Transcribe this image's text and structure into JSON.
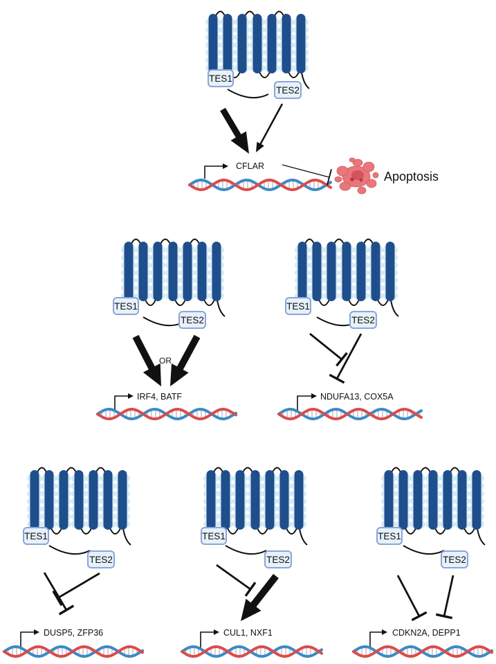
{
  "colors": {
    "helix_dark": "#1f4e8c",
    "helix_light": "#c7e3f1",
    "tes_fill": "#e7f1fb",
    "tes_stroke": "#8ba5d6",
    "dna_red": "#d94c4c",
    "dna_blue": "#3b8ac4",
    "arrow": "#111111",
    "apoptosis_cell": "#e8777c"
  },
  "icons": {
    "receptor": "seven-transmembrane-receptor-icon",
    "dna": "dna-double-helix-icon",
    "tss": "transcription-start-arrow-icon",
    "apoptosis": "apoptotic-cell-icon"
  },
  "tes_labels": {
    "tes1": "TES1",
    "tes2": "TES2"
  },
  "panels": [
    {
      "id": "cflar",
      "genes": "CFLAR",
      "tes1_effect": "strong-activation",
      "tes2_effect": "activation",
      "connector": "",
      "outcome": {
        "label": "Apoptosis",
        "effect": "inhibition"
      }
    },
    {
      "id": "irf4",
      "genes": "IRF4, BATF",
      "tes1_effect": "strong-activation",
      "tes2_effect": "strong-activation",
      "connector": "OR"
    },
    {
      "id": "ndufa13",
      "genes": "NDUFA13, COX5A",
      "tes1_effect": "inhibition",
      "tes2_effect": "inhibition",
      "connector": ""
    },
    {
      "id": "dusp5",
      "genes": "DUSP5, ZFP36",
      "tes1_effect": "inhibition",
      "tes2_effect": "inhibition",
      "connector": ""
    },
    {
      "id": "cul1",
      "genes": "CUL1, NXF1",
      "tes1_effect": "inhibition",
      "tes2_effect": "strong-activation",
      "connector": ""
    },
    {
      "id": "cdkn2a",
      "genes": "CDKN2A, DEPP1",
      "tes1_effect": "inhibition",
      "tes2_effect": "inhibition",
      "connector": ""
    }
  ]
}
